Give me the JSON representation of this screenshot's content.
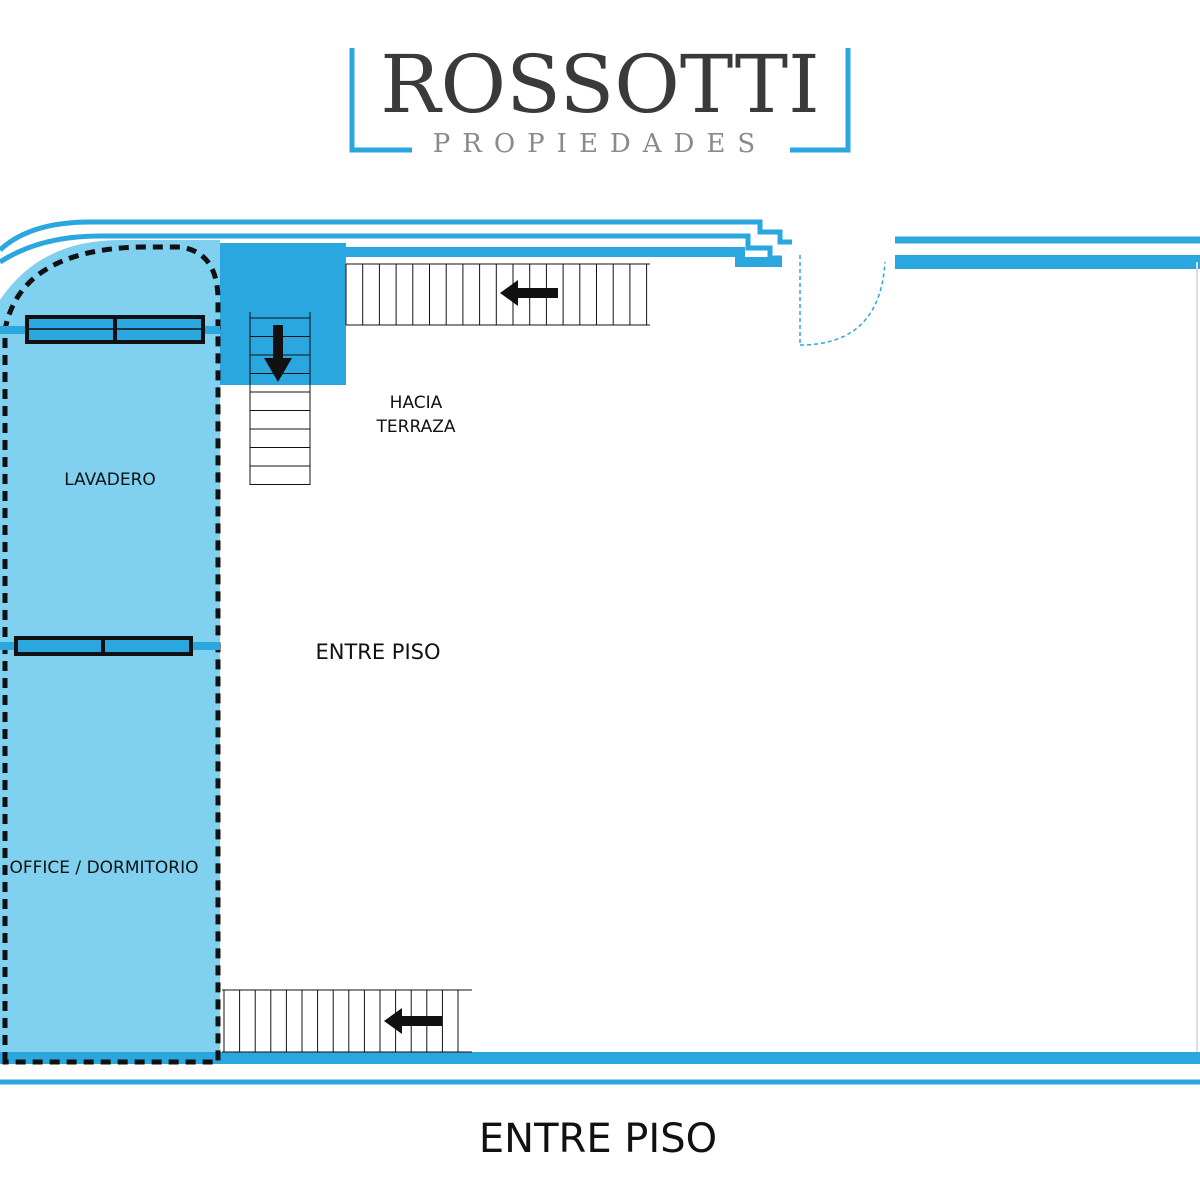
{
  "brand": {
    "name": "ROSSOTTI",
    "subtitle": "PROPIEDADES"
  },
  "colors": {
    "wall": "#2aa7df",
    "room_fill": "#80d0f0",
    "stair_fill": "#2aa7df",
    "ink": "#111111"
  },
  "rooms": {
    "lavadero": "LAVADERO",
    "office": "OFFICE / DORMITORIO"
  },
  "labels": {
    "stairs_to_terrace_line1": "HACIA",
    "stairs_to_terrace_line2": "TERRAZA",
    "main_area": "ENTRE PISO"
  },
  "floor_title": "ENTRE PISO",
  "icons": {
    "stair_arrow_left": "arrow-left-icon",
    "stair_arrow_down": "arrow-down-icon"
  }
}
